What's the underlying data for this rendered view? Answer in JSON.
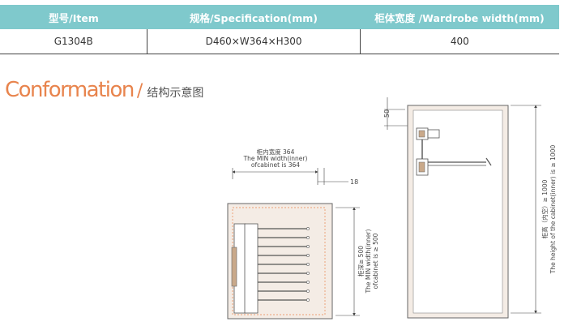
{
  "table": {
    "headers": [
      "型号/Item",
      "规格/Specification(mm)",
      "柜体宽度 /Wardrobe width(mm)"
    ],
    "rows": [
      [
        "G1304B",
        "D460×W364×H300",
        "400"
      ]
    ]
  },
  "section": {
    "title_en": "Conformation",
    "slash": "/",
    "title_cn": "结构示意图"
  },
  "diagram": {
    "width_label_cn": "柜内宽度 364",
    "width_label_en1": "The MIN width(inner)",
    "width_label_en2": "ofcabinet is 364",
    "offset_18": "18",
    "depth_label_cn": "柜深≥ 500",
    "depth_label_en1": "The MIN width(inner)",
    "depth_label_en2": "ofcabinet is ≥ 500",
    "top_offset_50": "50",
    "height_label_cn": "柜高（内空）≥ 1000",
    "height_label_en": "The height of the cabinet(inner) is ≥ 1000"
  },
  "colors": {
    "header_bg": "#7fc9cc",
    "accent": "#e8844d",
    "panel": "#f4ece5"
  }
}
